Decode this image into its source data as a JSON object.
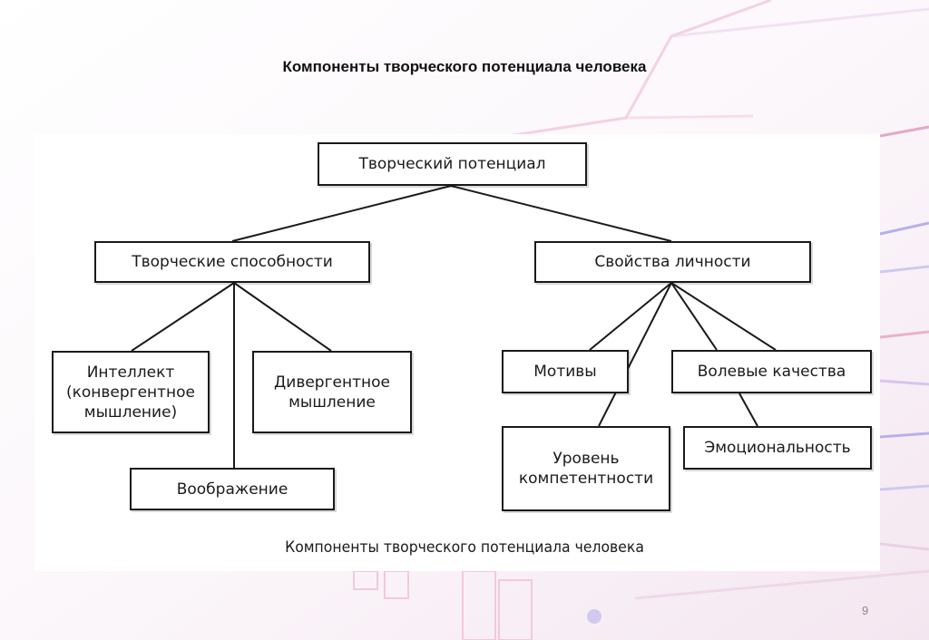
{
  "slide": {
    "title": "Компоненты творческого потенциала человека",
    "page_number": "9"
  },
  "diagram": {
    "caption": "Компоненты творческого потенциала человека",
    "nodes": {
      "root": "Творческий потенциал",
      "abilities": "Творческие способности",
      "personality": "Свойства личности",
      "intellect": "Интеллект\n(конвергентное\nмышление)",
      "divergent": "Дивергентное\nмышление",
      "imagination": "Воображение",
      "motives": "Мотивы",
      "volitional": "Волевые качества",
      "competence": "Уровень\nкомпетентности",
      "emotionality": "Эмоциональность"
    }
  },
  "colors": {
    "accent_pink": "#e8a8c8",
    "accent_purple": "#a8a0e0",
    "line": "#1a1a1a"
  }
}
